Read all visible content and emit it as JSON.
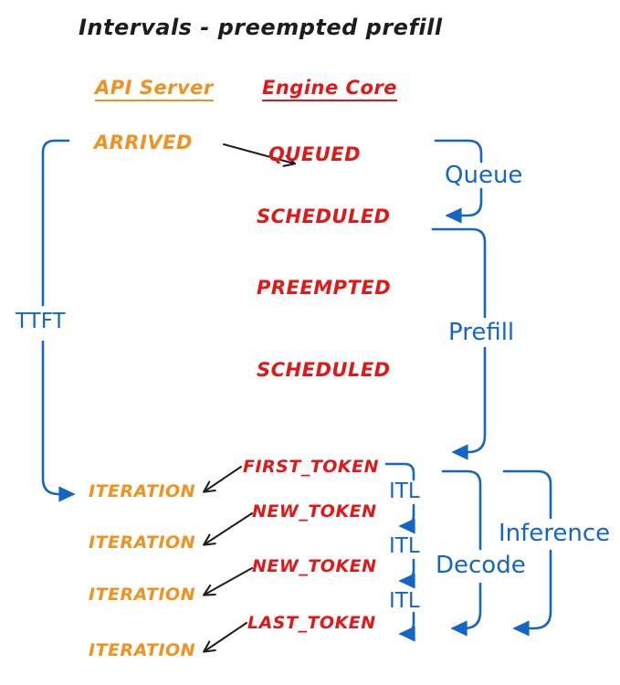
{
  "title": "Intervals - preempted prefill",
  "columns": {
    "api_server": "API Server",
    "engine_core": "Engine Core"
  },
  "events": {
    "arrived": "ARRIVED",
    "queued": "QUEUED",
    "scheduled_1": "SCHEDULED",
    "preempted": "PREEMPTED",
    "scheduled_2": "SCHEDULED",
    "first_token": "FIRST_TOKEN",
    "new_token_1": "NEW_TOKEN",
    "new_token_2": "NEW_TOKEN",
    "last_token": "LAST_TOKEN",
    "iteration_1": "ITERATION",
    "iteration_2": "ITERATION",
    "iteration_3": "ITERATION",
    "iteration_4": "ITERATION"
  },
  "intervals": {
    "ttft": "TTFT",
    "queue": "Queue",
    "prefill": "Prefill",
    "itl_1": "ITL",
    "itl_2": "ITL",
    "itl_3": "ITL",
    "decode": "Decode",
    "inference": "Inference"
  },
  "colors": {
    "api_server_orange": "#EF9220",
    "engine_core_red": "#E01818",
    "interval_blue": "#1565C7",
    "arrow_black": "#1D1D1D"
  }
}
